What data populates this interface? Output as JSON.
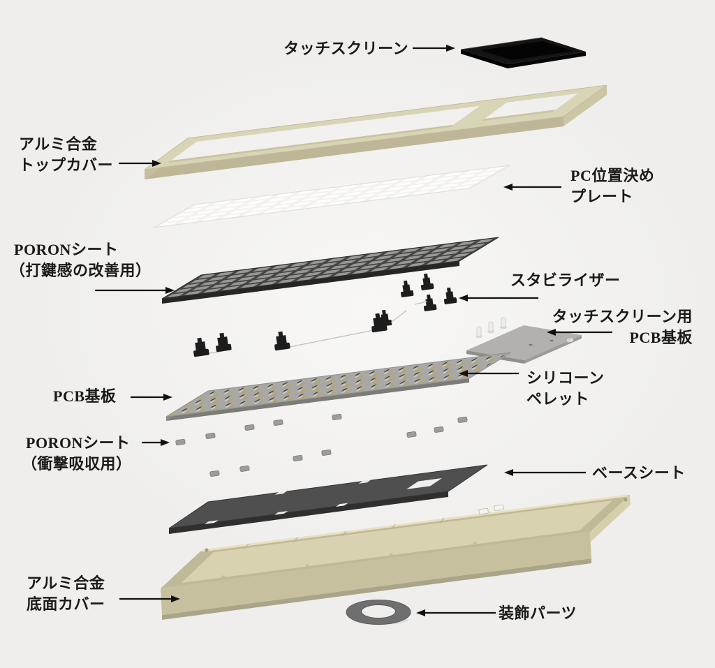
{
  "labels": {
    "touchscreen": {
      "text": "タッチスクリーン"
    },
    "top_cover": {
      "line1": "アルミ合金",
      "line2": "トップカバー"
    },
    "positioning_plate": {
      "line1": "PC位置決め",
      "line2": "プレート"
    },
    "poron_typing": {
      "line1": "PORONシート",
      "line2": "（打鍵感の改善用）"
    },
    "stabilizer": {
      "text": "スタビライザー"
    },
    "touchscreen_pcb": {
      "line1": "タッチスクリーン用",
      "line2": "PCB基板"
    },
    "silicone_pellet": {
      "line1": "シリコーン",
      "line2": "ペレット"
    },
    "pcb": {
      "text": "PCB基板"
    },
    "poron_shock": {
      "line1": "PORONシート",
      "line2": "（衝撃吸収用）"
    },
    "base_sheet": {
      "text": "ベースシート"
    },
    "bottom_cover": {
      "line1": "アルミ合金",
      "line2": "底面カバー"
    },
    "decorative_parts": {
      "text": "装飾パーツ"
    }
  },
  "colors": {
    "background": "#efeeec",
    "label_text": "#1a1a1a",
    "arrow": "#111111",
    "aluminum_beige": "#d8d4b6",
    "aluminum_beige_side": "#bdb798",
    "case_floor": "#d8d2b0",
    "touchscreen_black": "#141414",
    "poron_dark": "#454545",
    "pcb_gray": "#a9a8a4",
    "ts_pcb_gray": "#b2b1ad",
    "base_sheet_gray": "#4f4f4f",
    "ring_gray": "#6f6f6f",
    "plate_white": "#f3f2ee"
  }
}
